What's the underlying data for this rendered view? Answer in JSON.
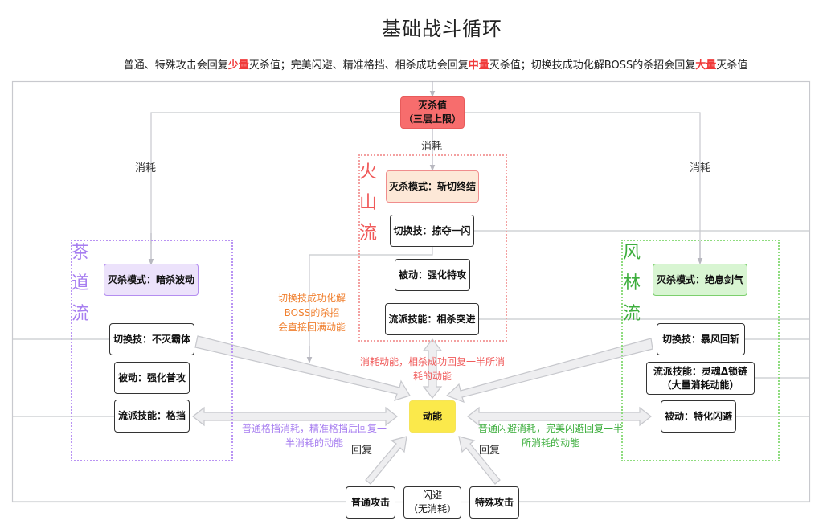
{
  "title": "基础战斗循环",
  "subtitle": {
    "p1": "普通、特殊攻击会回复",
    "h1": "少量",
    "p2": "灭杀值；完美闪避、精准格挡、相杀成功会回复",
    "h2": "中量",
    "p3": "灭杀值；切换技成功化解BOSS的杀招会回复",
    "h3": "大量",
    "p4": "灭杀值"
  },
  "colors": {
    "highlight": "#f03a3a",
    "fire": "#f05a5a",
    "tea": "#a77ef0",
    "wind": "#3dae3d",
    "boss_note": "#f08030",
    "energy": "#fbe94b",
    "kill_value": "#f76d6d"
  },
  "kill_value": {
    "line1": "灭杀值",
    "line2": "（三层上限）"
  },
  "edge_labels": {
    "consume_left": "消耗",
    "consume_center": "消耗",
    "consume_right": "消耗",
    "recover_left": "回复",
    "recover_right": "回复"
  },
  "groups": {
    "fire": {
      "name": [
        "火",
        "山",
        "流"
      ],
      "mode": "灭杀模式：斩切终结",
      "switch": "切换技：掠夺一闪",
      "passive": "被动：强化特攻",
      "style": "流派技能：相杀突进"
    },
    "tea": {
      "name": [
        "茶",
        "道",
        "流"
      ],
      "mode": "灭杀模式：暗杀波动",
      "switch": "切换技：不灭霸体",
      "passive": "被动：强化普攻",
      "style": "流派技能：格挡"
    },
    "wind": {
      "name": [
        "风",
        "林",
        "流"
      ],
      "mode": "灭杀模式：绝息剑气",
      "switch": "切换技：暴风回斩",
      "style_line1": "流派技能：灵魂Δ锁链",
      "style_line2": "（大量消耗动能）",
      "passive": "被动：特化闪避"
    }
  },
  "energy": "动能",
  "notes": {
    "boss": [
      "切换技成功化解",
      "BOSS的杀招",
      "会直接回满动能"
    ],
    "fire": [
      "消耗动能，相杀成功回复一半所消",
      "耗的动能"
    ],
    "tea": [
      "普通格挡消耗，精准格挡后回复一",
      "半消耗的动能"
    ],
    "wind": [
      "普通闪避消耗，完美闪避回复一半",
      "所消耗的动能"
    ]
  },
  "actions": {
    "normal_attack": "普通攻击",
    "dodge_line1": "闪避",
    "dodge_line2": "（无消耗）",
    "special_attack": "特殊攻击"
  }
}
